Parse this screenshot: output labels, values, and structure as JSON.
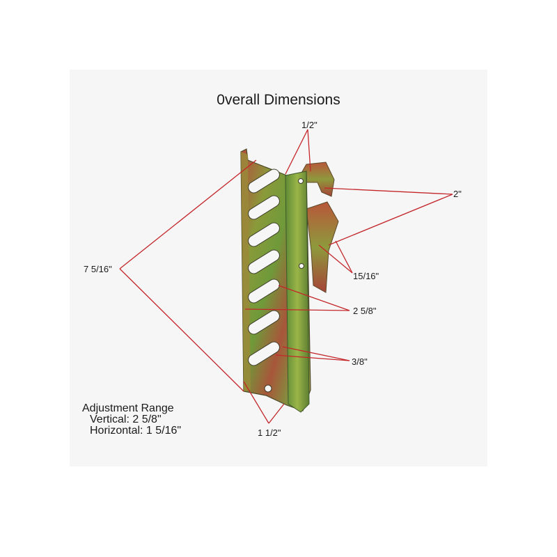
{
  "title": "0verall Dimensions",
  "dimensions": [
    {
      "id": "top_width",
      "text": "1/2\""
    },
    {
      "id": "hook_height",
      "text": "2\""
    },
    {
      "id": "hook_depth",
      "text": "15/16\""
    },
    {
      "id": "overall_height",
      "text": "7 5/16\""
    },
    {
      "id": "slot_length",
      "text": "2 5/8\""
    },
    {
      "id": "slot_width",
      "text": "3/8\""
    },
    {
      "id": "bottom_width",
      "text": "1 1/2\""
    }
  ],
  "adjustment": {
    "heading": "Adjustment Range",
    "vertical": "Vertical: 2  5/8\"",
    "horizontal": "Horizontal: 1  5/16\""
  },
  "colors": {
    "dimension_lines": "#c3262a",
    "metal_green": "#7a9a3a",
    "metal_red": "#b0463a"
  }
}
